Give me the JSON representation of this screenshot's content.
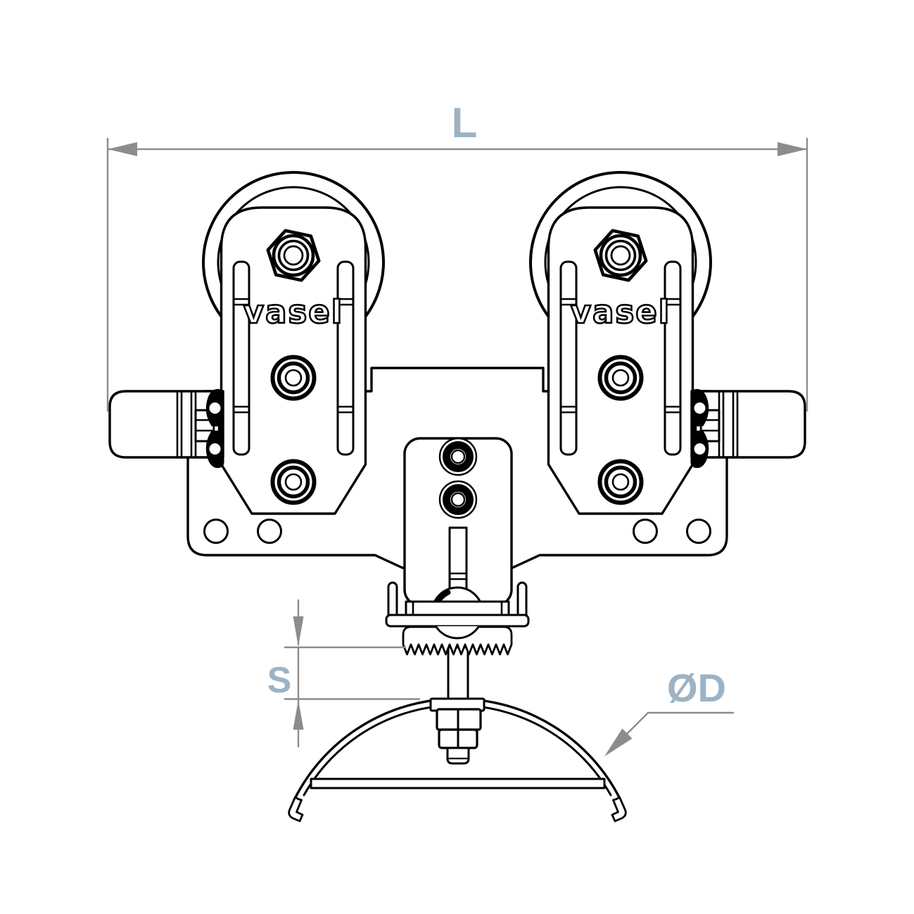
{
  "brand": {
    "text": "vasel"
  },
  "dimensions": {
    "length": {
      "label": "L"
    },
    "adjustment": {
      "label": "S"
    },
    "diameter": {
      "label": "ØD"
    }
  },
  "colors": {
    "line": "#000000",
    "dimension": "#8c8c8c",
    "label": "#9db3c4",
    "background": "#ffffff"
  }
}
